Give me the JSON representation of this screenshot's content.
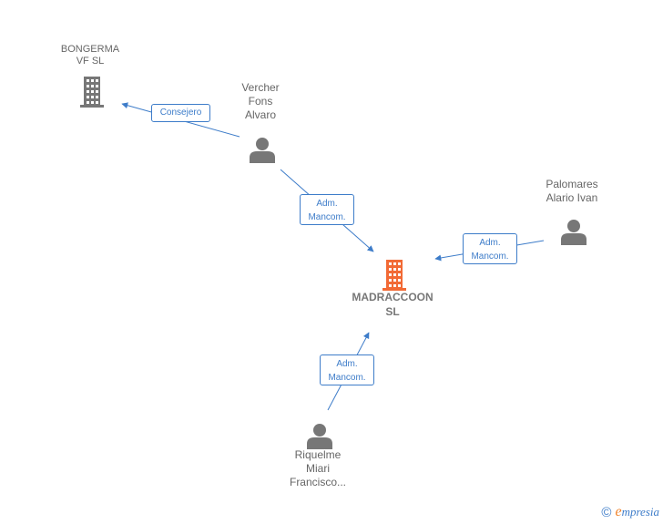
{
  "diagram": {
    "nodes": [
      {
        "id": "bongerma",
        "type": "company",
        "label": "BONGERMA\nVF  SL",
        "color": "#777777"
      },
      {
        "id": "vercher",
        "type": "person",
        "label": "Vercher\nFons\nAlvaro",
        "color": "#777777"
      },
      {
        "id": "palomares",
        "type": "person",
        "label": "Palomares\nAlario Ivan",
        "color": "#777777"
      },
      {
        "id": "madraccoon",
        "type": "company",
        "label": "MADRACCOON\nSL",
        "color": "#f26a35",
        "focus": true
      },
      {
        "id": "riquelme",
        "type": "person",
        "label": "Riquelme\nMiari\nFrancisco...",
        "color": "#777777"
      }
    ],
    "edges": [
      {
        "from": "vercher",
        "to": "bongerma",
        "label": "Consejero"
      },
      {
        "from": "vercher",
        "to": "madraccoon",
        "label": "Adm.\nMancom."
      },
      {
        "from": "palomares",
        "to": "madraccoon",
        "label": "Adm.\nMancom."
      },
      {
        "from": "riquelme",
        "to": "madraccoon",
        "label": "Adm.\nMancom."
      }
    ],
    "edge_color": "#3d7cc9"
  },
  "footer": {
    "copyright_symbol": "©",
    "brand_initial": "e",
    "brand_rest": "mpresia"
  }
}
